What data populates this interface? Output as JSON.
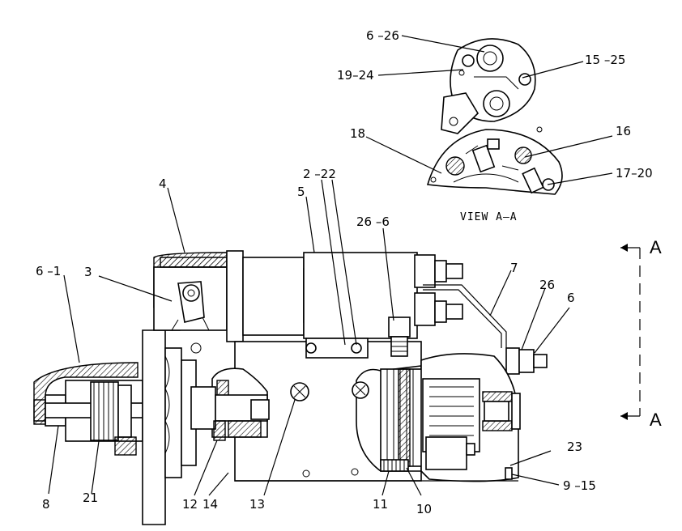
{
  "view": {
    "caption": "VIEW A–A",
    "section_letter_top": "A",
    "section_letter_bottom": "A"
  },
  "callouts": [
    {
      "id": "6-26",
      "text": "6 –26"
    },
    {
      "id": "19-24",
      "text": "19–24"
    },
    {
      "id": "15-25",
      "text": "15 –25"
    },
    {
      "id": "18",
      "text": "18"
    },
    {
      "id": "16",
      "text": "16"
    },
    {
      "id": "17-20",
      "text": "17–20"
    },
    {
      "id": "4",
      "text": "4"
    },
    {
      "id": "2-22",
      "text": "2 –22"
    },
    {
      "id": "5",
      "text": "5"
    },
    {
      "id": "26-6",
      "text": "26 –6"
    },
    {
      "id": "6-1",
      "text": "6 –1"
    },
    {
      "id": "3",
      "text": "3"
    },
    {
      "id": "7",
      "text": "7"
    },
    {
      "id": "26",
      "text": "26"
    },
    {
      "id": "6",
      "text": "6"
    },
    {
      "id": "23",
      "text": "23"
    },
    {
      "id": "9-15",
      "text": "9 –15"
    },
    {
      "id": "8",
      "text": "8"
    },
    {
      "id": "21",
      "text": "21"
    },
    {
      "id": "12",
      "text": "12"
    },
    {
      "id": "14",
      "text": "14"
    },
    {
      "id": "13",
      "text": "13"
    },
    {
      "id": "11",
      "text": "11"
    },
    {
      "id": "10",
      "text": "10"
    }
  ]
}
